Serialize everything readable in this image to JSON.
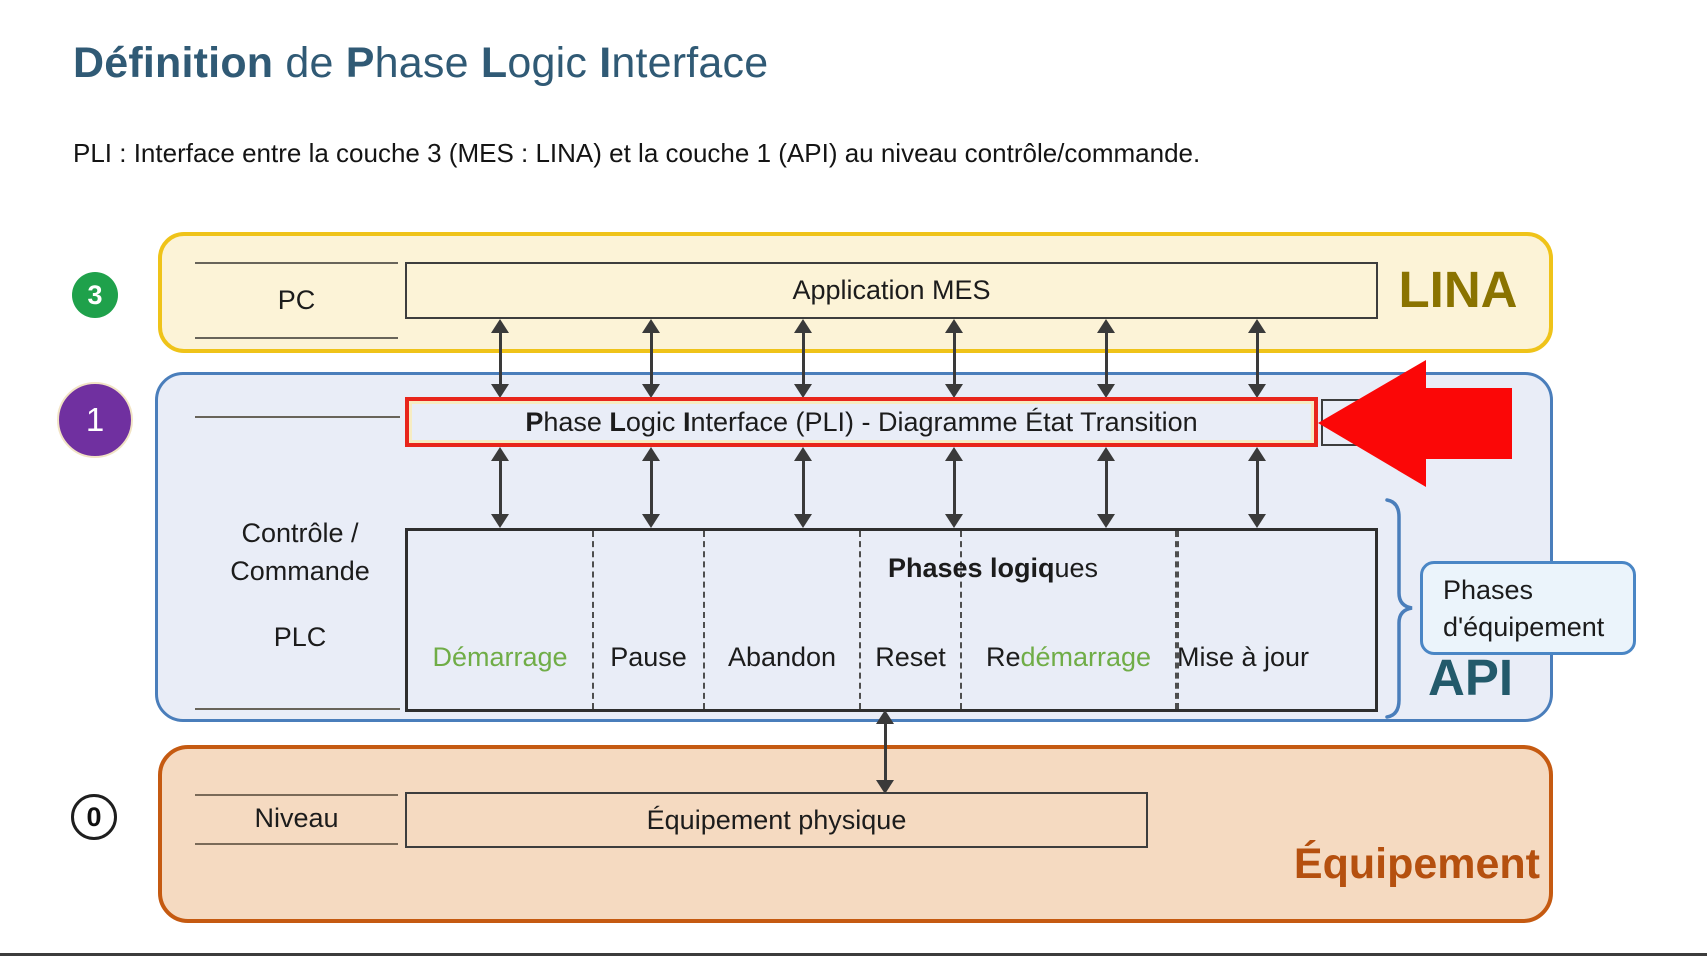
{
  "title": {
    "s1": "Définition",
    "s2": " de ",
    "s3": "P",
    "s4": "hase ",
    "s5": "L",
    "s6": "ogic ",
    "s7": "I",
    "s8": "nterface"
  },
  "subtitle": "PLI : Interface entre la couche 3 (MES : LINA) et la couche 1 (API) au niveau contrôle/commande.",
  "badges": {
    "lina": "3",
    "api": "1",
    "equipment": "0"
  },
  "lina": {
    "pc": "PC",
    "app_box": "Application MES",
    "label": "LINA"
  },
  "api": {
    "left_label_line1": "Contrôle /",
    "left_label_line2": "Commande",
    "left_label_line3": "PLC",
    "pli": {
      "s1": "P",
      "s2": "hase ",
      "s3": "L",
      "s4": "ogic ",
      "s5": "I",
      "s6": "nterface (PLI) - Diagramme État Transition"
    },
    "phases_title": {
      "bold": "Phases logiq",
      "normal": "ues"
    },
    "phases": [
      {
        "parts": [
          {
            "text": "Démarrage",
            "color": "green"
          }
        ]
      },
      {
        "parts": [
          {
            "text": "Pause",
            "color": "black"
          }
        ]
      },
      {
        "parts": [
          {
            "text": "Abandon",
            "color": "black"
          }
        ]
      },
      {
        "parts": [
          {
            "text": "Reset",
            "color": "black"
          }
        ]
      },
      {
        "parts": [
          {
            "text": "Re",
            "color": "black"
          },
          {
            "text": "démarrage",
            "color": "green"
          }
        ]
      },
      {
        "parts": [
          {
            "text": "Mise à jour",
            "color": "black"
          }
        ]
      }
    ],
    "callout": {
      "line1": "Phases",
      "line2": "d'équipement"
    },
    "label": "API"
  },
  "equipment": {
    "niveau": "Niveau",
    "box": "Équipement physique",
    "label": "Équipement"
  },
  "colors": {
    "title": "#305A75",
    "lina_border": "#EFC319",
    "lina_fill": "#FCF3D7",
    "lina_text": "#8A7300",
    "api_border": "#4A7EBB",
    "api_fill": "#E9EDF7",
    "api_text": "#235A6B",
    "green_badge": "#1FA14B",
    "purple_badge": "#7030A0",
    "red_arrow": "#FB0707",
    "highlight_border": "#E8251B",
    "phase_green": "#70AD47",
    "orange_border": "#C55A11",
    "orange_fill": "#F5DAC1",
    "equipment_text": "#B5500F",
    "callout_fill": "#EBF4FB",
    "callout_border": "#4A86C5"
  }
}
